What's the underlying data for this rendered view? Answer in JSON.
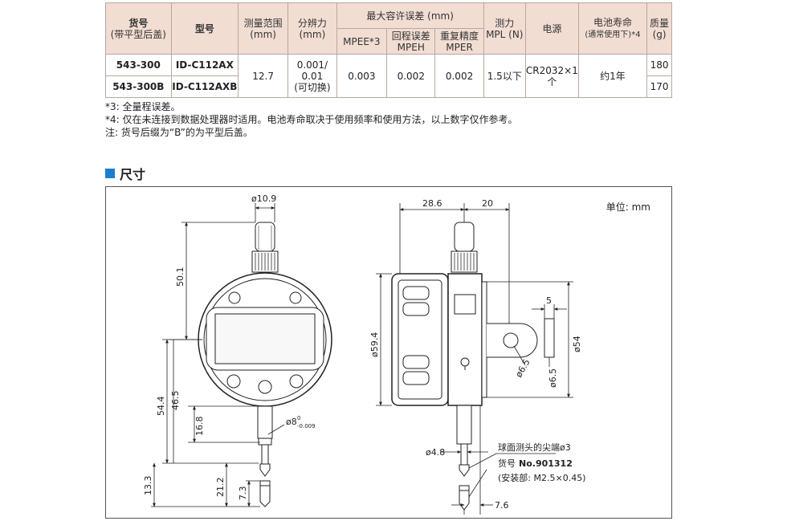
{
  "table": {
    "headers": {
      "col_code": [
        "货号",
        "(带平型后盖)"
      ],
      "col_model": "型号",
      "col_range": [
        "测量范围",
        "(mm)"
      ],
      "col_resolution": [
        "分辨力",
        "(mm)"
      ],
      "col_error_group": "最大容许误差 (mm)",
      "col_mpee": "MPEE*3",
      "col_mpeh": [
        "回程误差",
        "MPEH"
      ],
      "col_mper": [
        "重复精度",
        "MPER"
      ],
      "col_force": [
        "测力",
        "MPL (N)"
      ],
      "col_power": "电源",
      "col_battery": [
        "电池寿命",
        "(通常使用下)*4"
      ],
      "col_mass": [
        "质量",
        "(g)"
      ]
    },
    "rows": [
      {
        "code": "543-300",
        "model": "ID-C112AX",
        "mass": "180"
      },
      {
        "code": "543-300B",
        "model": "ID-C112AXB",
        "mass": "170"
      }
    ],
    "shared": {
      "range": "12.7",
      "resolution": [
        "0.001/",
        "0.01",
        "(可切换)"
      ],
      "mpee": "0.003",
      "mpeh": "0.002",
      "mper": "0.002",
      "force": "1.5以下",
      "power": [
        "CR2032×1",
        "个"
      ],
      "battery": "约1年"
    }
  },
  "notes": [
    "*3: 全量程误差。",
    "*4: 仅在未连接到数据处理器时适用。电池寿命取决于使用频率和使用方法，以上数字仅作参考。",
    "注: 货号后缀为“B”的为平型后盖。"
  ],
  "section_title": "尺寸",
  "drawing": {
    "unit": "单位: mm",
    "dims": {
      "stem_dia": "ø10.9",
      "h501": "50.1",
      "h544": "54.4",
      "h465": "46.5",
      "h168": "16.8",
      "h133": "13.3",
      "h212": "21.2",
      "h73": "7.3",
      "spindle_dia": "ø8",
      "spindle_tol": "0\n-0.009",
      "w286": "28.6",
      "w20": "20",
      "d594": "ø59.4",
      "d54": "ø54",
      "w5": "5",
      "d65a": "ø6.5",
      "d65b": "ø6.5",
      "d48": "ø4.8",
      "w76": "7.6"
    },
    "tip_label": "球面测头的尖端ø3",
    "part_prefix": "货号",
    "part_no": "No.901312",
    "mount_label": "(安装部: M2.5×0.45)"
  }
}
